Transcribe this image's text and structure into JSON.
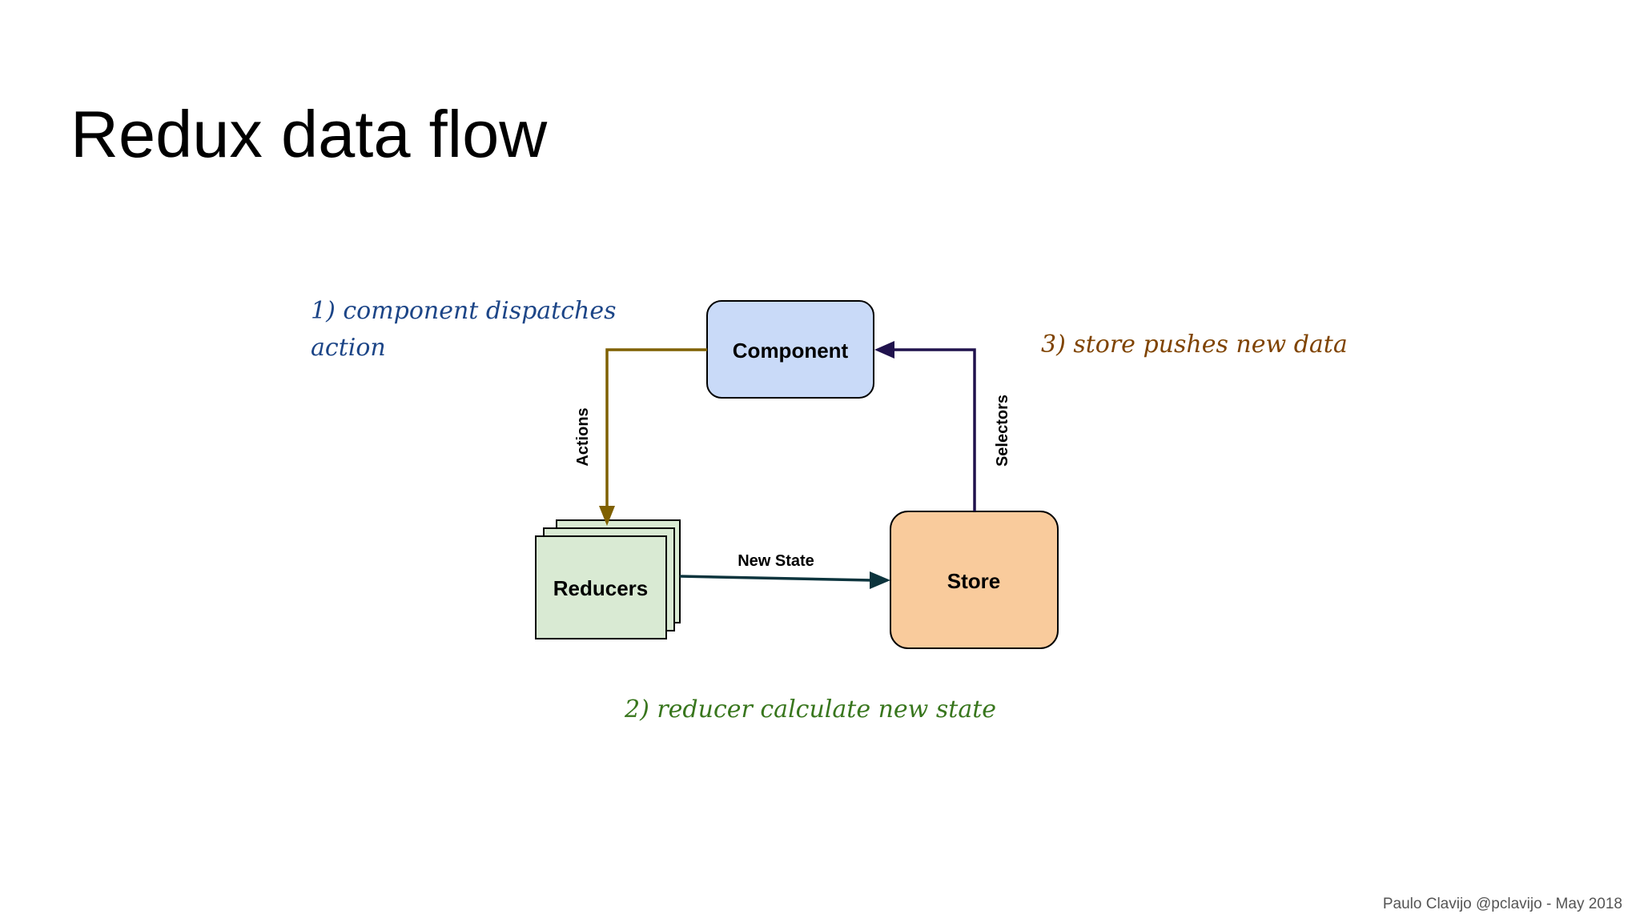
{
  "title": "Redux data flow",
  "nodes": {
    "component": "Component",
    "reducers": "Reducers",
    "store": "Store"
  },
  "edges": {
    "actions": "Actions",
    "new_state": "New State",
    "selectors": "Selectors"
  },
  "notes": {
    "step1_line1": "1) component dispatches",
    "step1_line2": "action",
    "step2": "2) reducer calculate new state",
    "step3": "3) store pushes new data"
  },
  "footer": "Paulo Clavijo @pclavijo  -  May 2018",
  "colors": {
    "component_fill": "#c9daf8",
    "reducers_fill": "#d9ead3",
    "store_fill": "#f9cb9c",
    "actions_arrow": "#7f6000",
    "new_state_arrow": "#0c343d",
    "selectors_arrow": "#20124d",
    "note1": "#1c4587",
    "note2": "#38761d",
    "note3": "#7f4300"
  }
}
